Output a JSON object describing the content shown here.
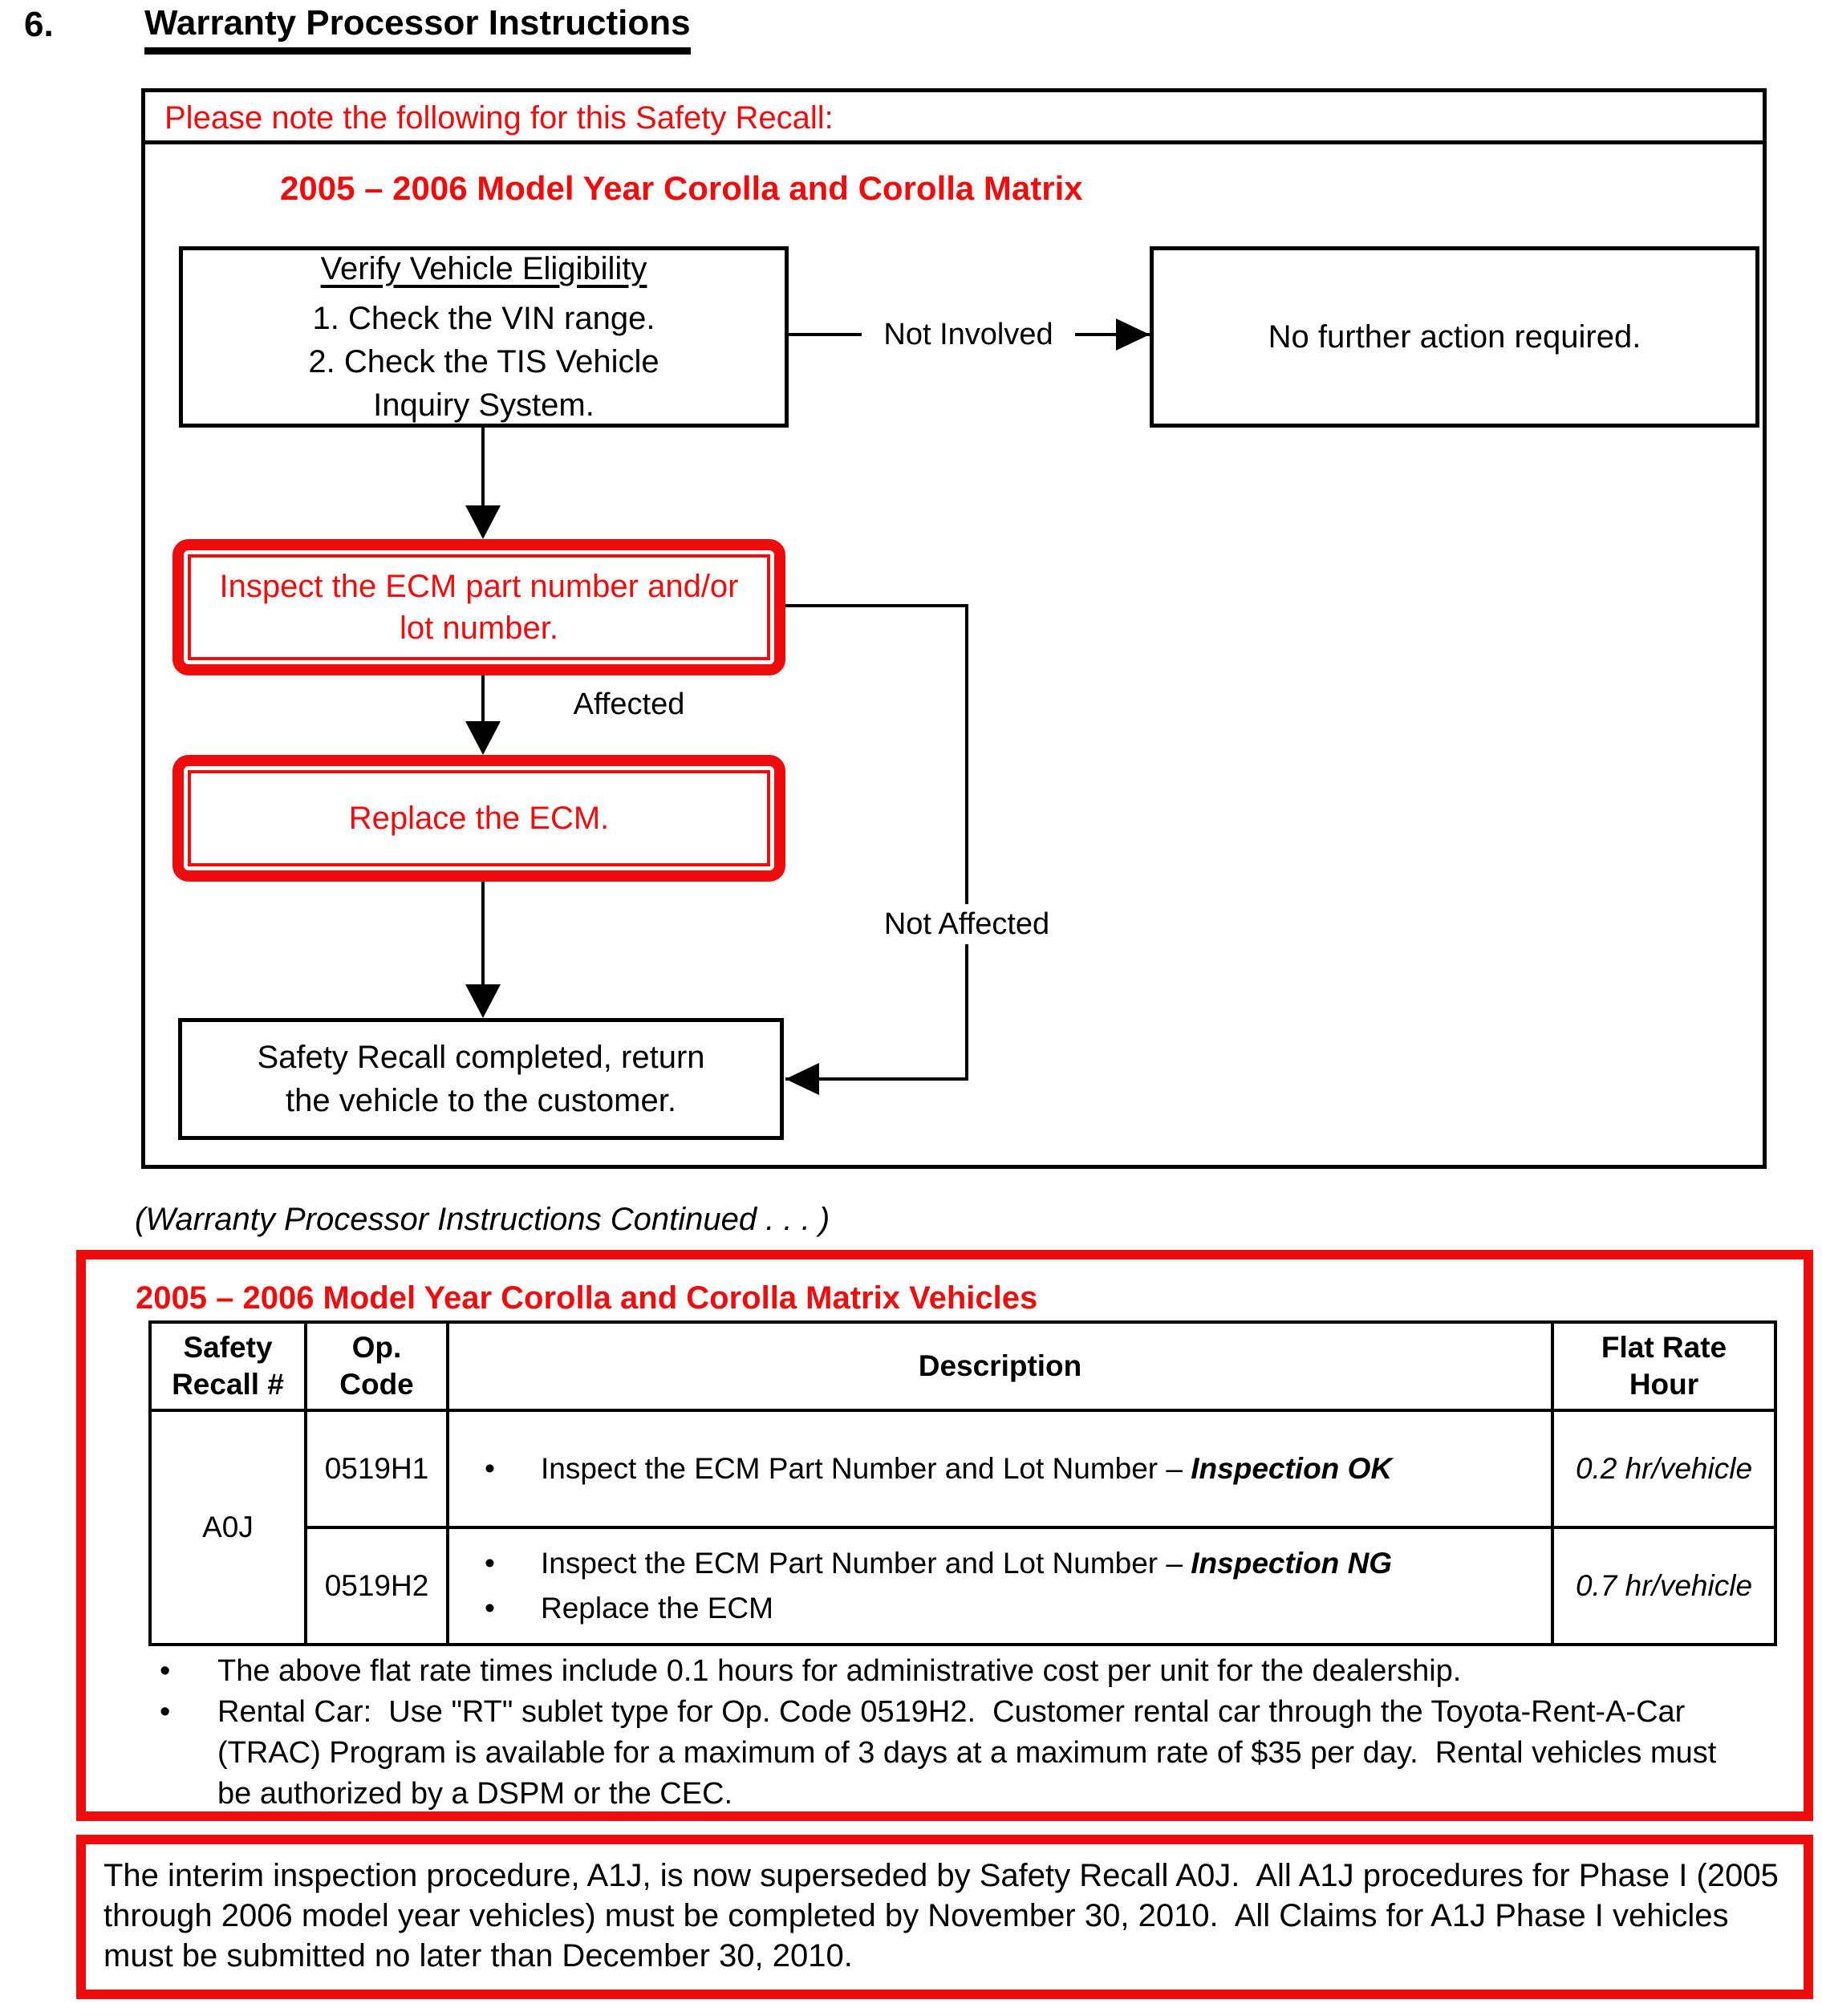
{
  "colors": {
    "red": "#ee0c0c",
    "black": "#000000"
  },
  "page": {
    "section_number": "6.",
    "title": "Warranty Processor Instructions"
  },
  "flowchart": {
    "note": "Please note the following for this Safety Recall:",
    "heading": "2005 – 2006 Model Year Corolla and Corolla Matrix",
    "verify_box": {
      "title": "Verify Vehicle Eligibility",
      "line1": "1. Check the VIN range.",
      "line2": "2. Check the TIS Vehicle",
      "line3": "Inquiry System."
    },
    "no_action_box": "No further action required.",
    "not_involved_label": "Not Involved",
    "inspect_box": {
      "line1": "Inspect the ECM part number and/or",
      "line2": "lot number."
    },
    "affected_label": "Affected",
    "not_affected_label": "Not Affected",
    "replace_box": "Replace the ECM.",
    "complete_box": {
      "line1": "Safety Recall completed, return",
      "line2": "the vehicle to the customer."
    }
  },
  "continued_note": "(Warranty Processor Instructions Continued . . . )",
  "claims_section": {
    "heading": "2005 – 2006 Model Year Corolla and Corolla Matrix Vehicles",
    "table": {
      "headers": {
        "recall": "Safety\nRecall #",
        "op": "Op.\nCode",
        "description": "Description",
        "rate": "Flat Rate\nHour"
      },
      "recall_number": "A0J",
      "bullet_char": "•",
      "rows": [
        {
          "op_code": "0519H1",
          "items": [
            {
              "text": "Inspect the ECM Part Number and Lot Number – ",
              "emphasis": "Inspection OK"
            }
          ],
          "rate": "0.2 hr/vehicle"
        },
        {
          "op_code": "0519H2",
          "items": [
            {
              "text": "Inspect the ECM Part Number and Lot Number – ",
              "emphasis": "Inspection NG"
            },
            {
              "text": "Replace the ECM",
              "emphasis": ""
            }
          ],
          "rate": "0.7 hr/vehicle"
        }
      ]
    },
    "bullets": [
      "The above flat rate times include 0.1 hours for administrative cost per unit for the dealership.",
      "Rental Car:  Use \"RT\" sublet type for Op. Code 0519H2.  Customer rental car through the Toyota-Rent-A-Car (TRAC) Program is available for a maximum of 3 days at a maximum rate of $35 per day.  Rental vehicles must be authorized by a DSPM or the CEC."
    ]
  },
  "interim_note": "The interim inspection procedure, A1J, is now superseded by Safety Recall A0J.  All A1J procedures for Phase I (2005 through 2006 model year vehicles) must be completed by November 30, 2010.  All Claims for A1J Phase I vehicles must be submitted no later than December 30, 2010."
}
